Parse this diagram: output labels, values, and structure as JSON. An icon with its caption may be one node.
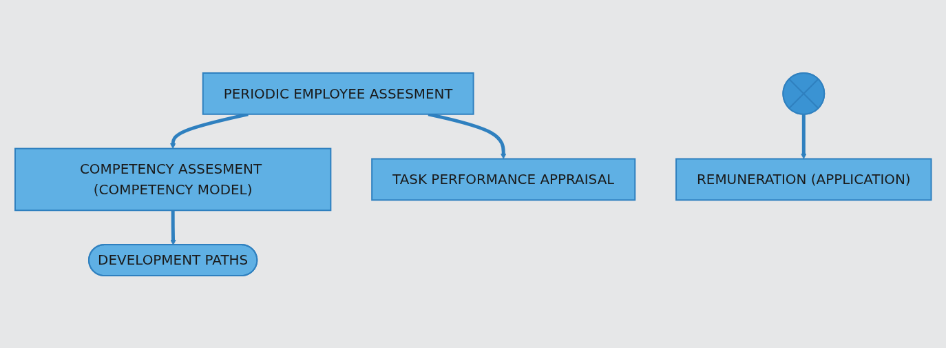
{
  "diagram": {
    "nodes": [
      {
        "text": [
          "PERIODIC EMPLOYEE ASSESMENT"
        ]
      },
      {
        "text": [
          "COMPETENCY ASSESMENT (COMPETENCY MODEL)"
        ]
      },
      {
        "text": [
          "TASK PERFORMANCE APPRAISAL"
        ]
      },
      {
        "text": [
          "DEVELOPMENT PATHS"
        ]
      },
      {
        "text": [],
        "shape": "plus"
      },
      {
        "text": [
          "REMUNERATION (APPLICATION)"
        ]
      }
    ],
    "edges": [
      {
        "from": 0,
        "to": 1,
        "arrow": "to"
      },
      {
        "from": 0,
        "to": 2,
        "arrow": "to"
      },
      {
        "from": 1,
        "to": 3,
        "arrow": "to"
      },
      {
        "from": 4,
        "to": 5,
        "arrow": "to"
      }
    ]
  }
}
